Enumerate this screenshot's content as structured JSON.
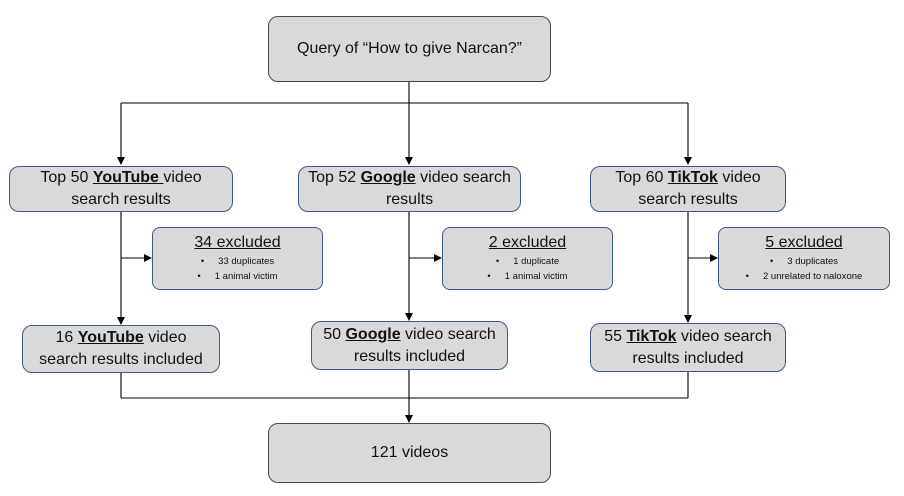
{
  "query": {
    "line1": "Query of “How to give Narcan?”"
  },
  "sources": [
    {
      "top_pre": "Top 50 ",
      "brand": "YouTube ",
      "top_post": "video",
      "top_line2": "search results",
      "excluded_title": "34 excluded",
      "excluded_items": [
        "33 duplicates",
        "1 animal victim"
      ],
      "inc_pre": "16 ",
      "inc_brand": "YouTube",
      "inc_post": " video",
      "inc_line2": "search results included"
    },
    {
      "top_pre": "Top 52 ",
      "brand": "Google",
      "top_post": " video search",
      "top_line2": "results",
      "excluded_title": "2 excluded",
      "excluded_items": [
        "1 duplicate",
        "1 animal victim"
      ],
      "inc_pre": "50 ",
      "inc_brand": "Google",
      "inc_post": " video search",
      "inc_line2": "results included"
    },
    {
      "top_pre": "Top 60 ",
      "brand": "TikTok",
      "top_post": " video",
      "top_line2": "search results",
      "excluded_title": "5 excluded",
      "excluded_items": [
        "3 duplicates",
        "2 unrelated to naloxone"
      ],
      "inc_pre": "55 ",
      "inc_brand": "TikTok",
      "inc_post": " video search",
      "inc_line2": "results included"
    }
  ],
  "total": {
    "label": "121 videos"
  },
  "colors": {
    "box_fill": "#d9d9d9",
    "box_border": "#3c5a8a",
    "connector": "#000000"
  }
}
